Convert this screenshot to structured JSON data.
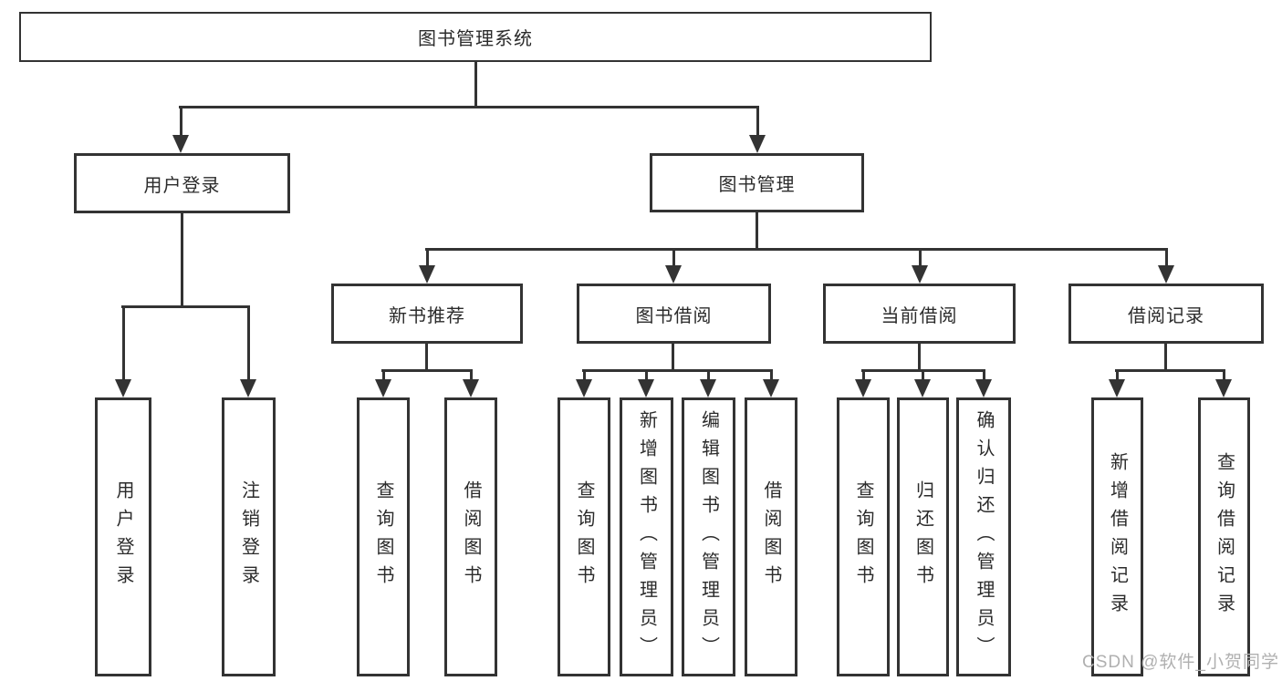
{
  "tree": {
    "root": "图书管理系统",
    "branches": {
      "user": {
        "label": "用户登录",
        "leaves": [
          "用户登录",
          "注销登录"
        ]
      },
      "mgmt": {
        "label": "图书管理",
        "sections": [
          {
            "label": "新书推荐",
            "leaves": [
              "查询图书",
              "借阅图书"
            ]
          },
          {
            "label": "图书借阅",
            "leaves": [
              "查询图书",
              "新增图书（管理员）",
              "编辑图书（管理员）",
              "借阅图书"
            ]
          },
          {
            "label": "当前借阅",
            "leaves": [
              "查询图书",
              "归还图书",
              "确认归还（管理员）"
            ]
          },
          {
            "label": "借阅记录",
            "leaves": [
              "新增借阅记录",
              "查询借阅记录"
            ]
          }
        ]
      }
    }
  },
  "watermark": "CSDN @软件_小贺同学",
  "colors": {
    "line": "#333333",
    "text": "#2b2b2b",
    "watermark": "#b0b0b0",
    "background": "#ffffff"
  }
}
